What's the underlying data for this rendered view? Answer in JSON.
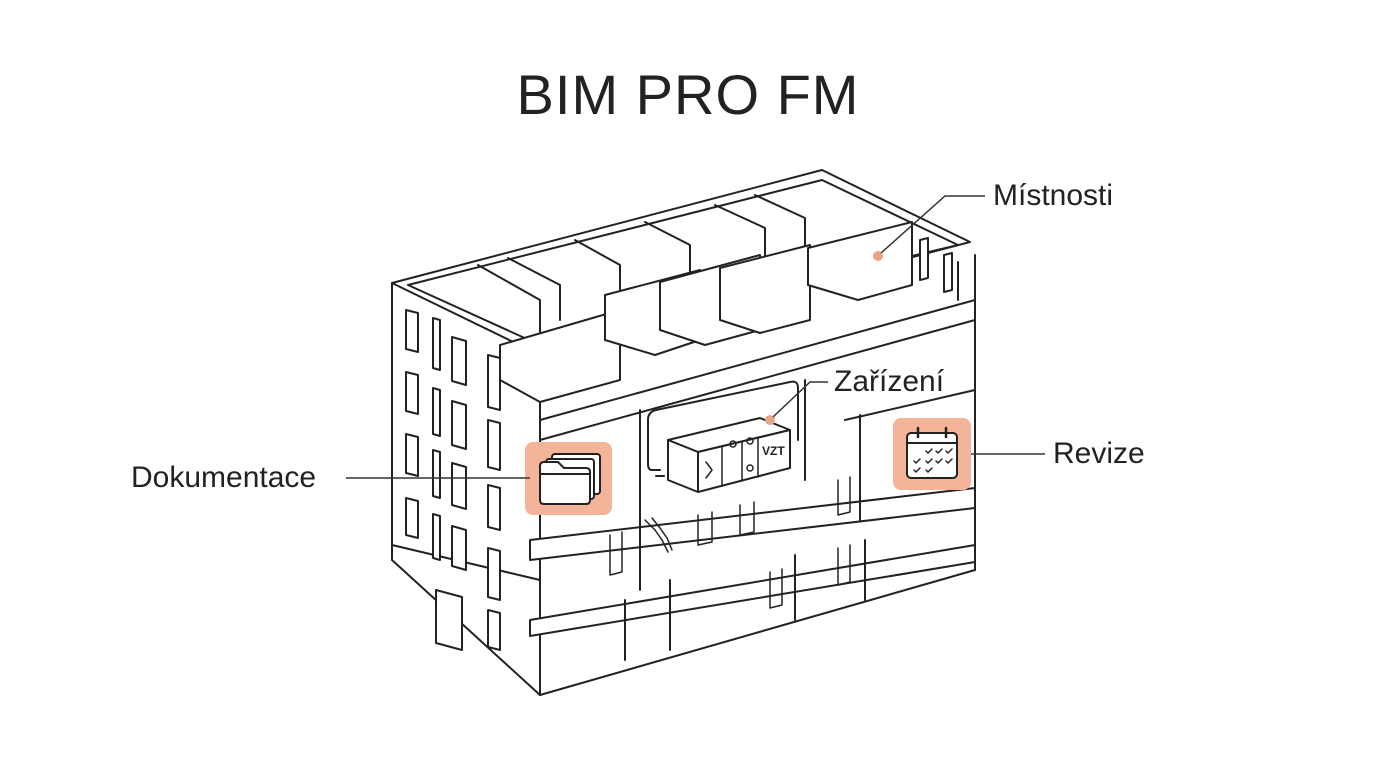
{
  "title": "BIM PRO FM",
  "labels": {
    "rooms": "Místnosti",
    "equipment": "Zařízení",
    "documentation": "Dokumentace",
    "inspections": "Revize"
  },
  "unit_label": "VZT",
  "icons": {
    "documentation": "folder-icon",
    "inspections": "calendar-icon"
  },
  "colors": {
    "accent": "#f3b49a",
    "marker": "#e8a588",
    "line": "#222222"
  }
}
